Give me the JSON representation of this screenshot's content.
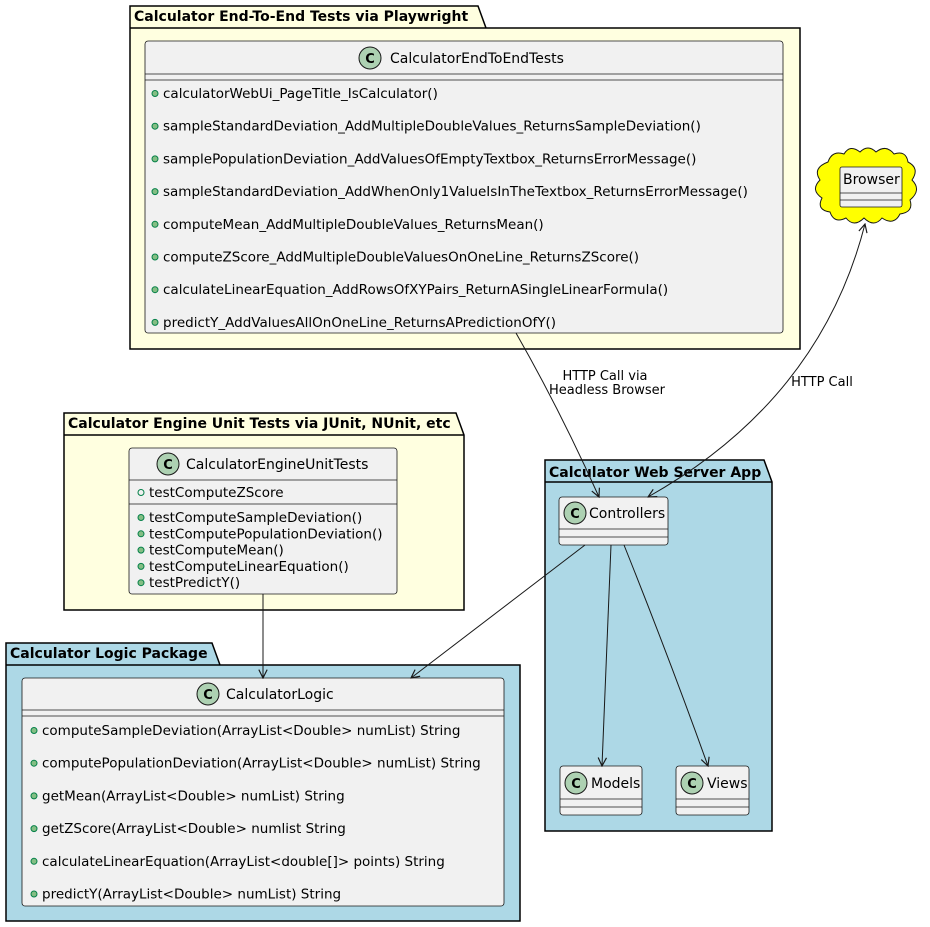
{
  "packages": {
    "e2e": {
      "title": "Calculator End-To-End Tests via Playwright",
      "fill": "#FFFFE0",
      "class": {
        "name": "CalculatorEndToEndTests",
        "methods": [
          "calculatorWebUi_PageTitle_IsCalculator()",
          "sampleStandardDeviation_AddMultipleDoubleValues_ReturnsSampleDeviation()",
          "samplePopulationDeviation_AddValuesOfEmptyTextbox_ReturnsErrorMessage()",
          "sampleStandardDeviation_AddWhenOnly1ValueIsInTheTextbox_ReturnsErrorMessage()",
          "computeMean_AddMultipleDoubleValues_ReturnsMean()",
          "computeZScore_AddMultipleDoubleValuesOnOneLine_ReturnsZScore()",
          "calculateLinearEquation_AddRowsOfXYPairs_ReturnASingleLinearFormula()",
          "predictY_AddValuesAllOnOneLine_ReturnsAPredictionOfY()"
        ]
      }
    },
    "unit": {
      "title": "Calculator Engine Unit Tests via JUnit, NUnit, etc",
      "fill": "#FFFFE0",
      "class": {
        "name": "CalculatorEngineUnitTests",
        "fields": [
          "testComputeZScore"
        ],
        "methods": [
          "testComputeSampleDeviation()",
          "testComputePopulationDeviation()",
          "testComputeMean()",
          "testComputeLinearEquation()",
          "testPredictY()"
        ]
      }
    },
    "logic": {
      "title": "Calculator Logic Package",
      "fill": "#ADD8E6",
      "class": {
        "name": "CalculatorLogic",
        "methods": [
          "computeSampleDeviation(ArrayList<Double> numList) String",
          "computePopulationDeviation(ArrayList<Double> numList) String",
          "getMean(ArrayList<Double> numList) String",
          "getZScore(ArrayList<Double> numlist String",
          "calculateLinearEquation(ArrayList<double[]> points) String",
          "predictY(ArrayList<Double> numList) String"
        ]
      }
    },
    "web": {
      "title": "Calculator Web Server App",
      "fill": "#ADD8E6",
      "classes": {
        "controllers": "Controllers",
        "models": "Models",
        "views": "Views"
      }
    }
  },
  "cloud": {
    "label": "Browser",
    "fill": "#FFFF00"
  },
  "edges": {
    "e2e_to_controllers": [
      "HTTP Call via",
      "Headless Browser"
    ],
    "browser_controllers": "HTTP Call"
  },
  "class_icon": {
    "letter": "C",
    "fill": "#ADD1B2"
  },
  "colors": {
    "class_fill": "#F1F1F1",
    "class_border": "#181818",
    "line": "#181818",
    "visibility_public": "#84BE84"
  }
}
